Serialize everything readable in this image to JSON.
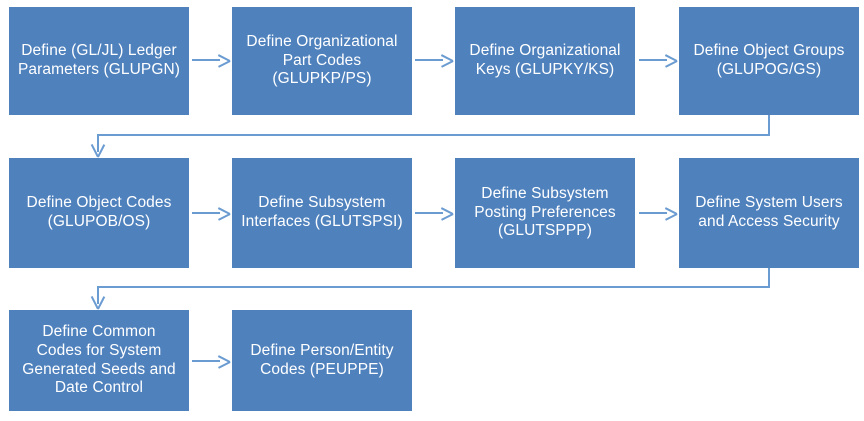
{
  "diagram": {
    "type": "flowchart",
    "title": "",
    "colors": {
      "node_fill": "#4f81bd",
      "node_text": "#ffffff",
      "connector": "#6a9bd1",
      "background": "#ffffff"
    },
    "nodes": [
      {
        "id": "n1",
        "label": "Define (GL/JL) Ledger\nParameters (GLUPGN)"
      },
      {
        "id": "n2",
        "label": "Define Organizational\nPart Codes\n(GLUPKP/PS)"
      },
      {
        "id": "n3",
        "label": "Define Organizational\nKeys (GLUPKY/KS)"
      },
      {
        "id": "n4",
        "label": "Define Object Groups\n(GLUPOG/GS)"
      },
      {
        "id": "n5",
        "label": "Define Object Codes\n(GLUPOB/OS)"
      },
      {
        "id": "n6",
        "label": "Define Subsystem\nInterfaces (GLUTSPSI)"
      },
      {
        "id": "n7",
        "label": "Define Subsystem\nPosting Preferences\n(GLUTSPPP)"
      },
      {
        "id": "n8",
        "label": "Define System Users\nand Access Security"
      },
      {
        "id": "n9",
        "label": "Define Common\nCodes  for  System\nGenerated Seeds and\nDate Control"
      },
      {
        "id": "n10",
        "label": "Define Person/Entity\nCodes (PEUPPE)"
      }
    ],
    "edges": [
      {
        "from": "n1",
        "to": "n2",
        "kind": "arrow-right"
      },
      {
        "from": "n2",
        "to": "n3",
        "kind": "arrow-right"
      },
      {
        "from": "n3",
        "to": "n4",
        "kind": "arrow-right"
      },
      {
        "from": "n4",
        "to": "n5",
        "kind": "elbow-wrap-down"
      },
      {
        "from": "n5",
        "to": "n6",
        "kind": "arrow-right"
      },
      {
        "from": "n6",
        "to": "n7",
        "kind": "arrow-right"
      },
      {
        "from": "n7",
        "to": "n8",
        "kind": "arrow-right"
      },
      {
        "from": "n8",
        "to": "n9",
        "kind": "elbow-wrap-down"
      },
      {
        "from": "n9",
        "to": "n10",
        "kind": "arrow-right"
      }
    ]
  }
}
